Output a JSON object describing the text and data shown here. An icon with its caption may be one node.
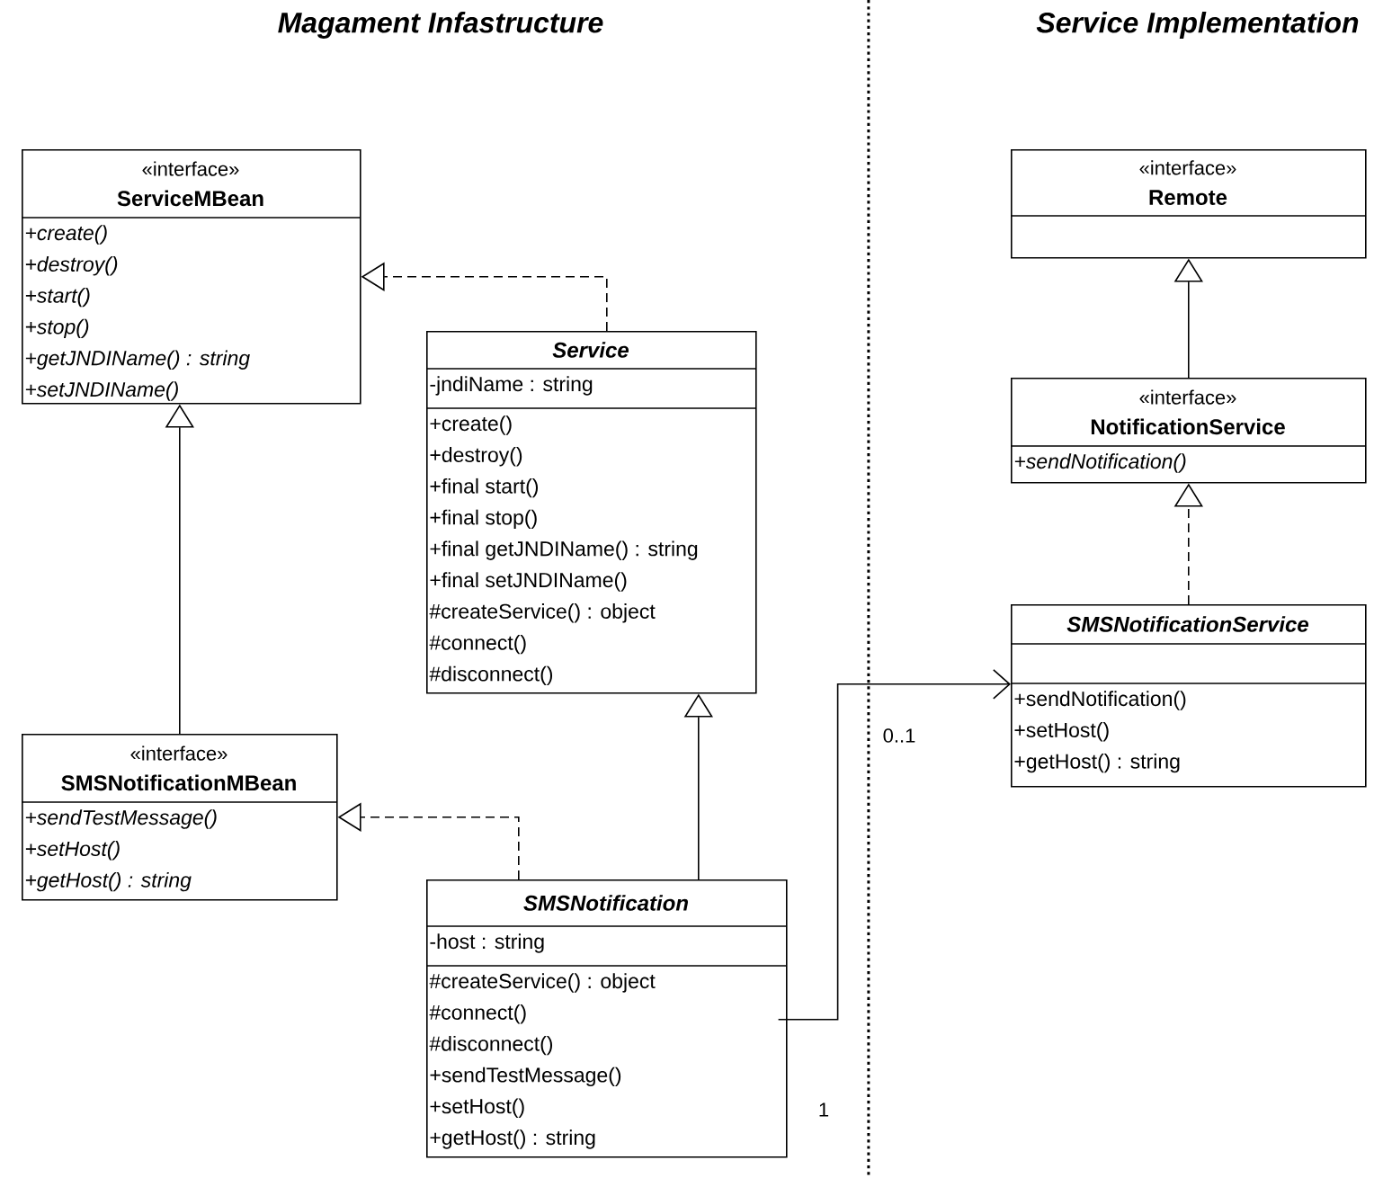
{
  "diagram": {
    "nodes": [
      {
        "text": [
          "«interface»",
          "ServiceMBean",
          "+create()",
          "+destroy()",
          "+start()",
          "+stop()",
          "+getJNDIName() : string",
          "+setJNDIName()"
        ]
      },
      {
        "text": [
          "Service",
          "-jndiName : string",
          "+create()",
          "+destroy()",
          "+final start()",
          "+final stop()",
          "+final getJNDIName() : string",
          "+final setJNDIName()",
          "#createService() : object",
          "#connect()",
          "#disconnect()"
        ]
      },
      {
        "text": [
          "«interface»",
          "SMSNotificationMBean",
          "+sendTestMessage()",
          "+setHost()",
          "+getHost() : string"
        ]
      },
      {
        "text": [
          "SMSNotification",
          "-host : string",
          "#createService() : object",
          "#connect()",
          "#disconnect()",
          "+sendTestMessage()",
          "+setHost()",
          "+getHost() : string"
        ]
      },
      {
        "text": [
          "«interface»",
          "Remote"
        ]
      },
      {
        "text": [
          "«interface»",
          "NotificationService",
          "+sendNotification()"
        ]
      },
      {
        "text": [
          "SMSNotificationService",
          "+sendNotification()",
          "+setHost()",
          "+getHost() : string"
        ]
      }
    ],
    "edges": [
      {
        "from": 1,
        "to": 0,
        "arrow": "to",
        "style": "dashed"
      },
      {
        "from": 2,
        "to": 0,
        "arrow": "to"
      },
      {
        "from": 3,
        "to": 2,
        "arrow": "to",
        "style": "dashed"
      },
      {
        "from": 3,
        "to": 1,
        "arrow": "to"
      },
      {
        "from": 5,
        "to": 4,
        "arrow": "to"
      },
      {
        "from": 6,
        "to": 5,
        "arrow": "to",
        "style": "dashed"
      },
      {
        "from": 3,
        "to": 6,
        "arrow": "to"
      }
    ],
    "labels": [
      "Magament Infastructure",
      "Service Implementation",
      "0..1",
      "1"
    ]
  }
}
